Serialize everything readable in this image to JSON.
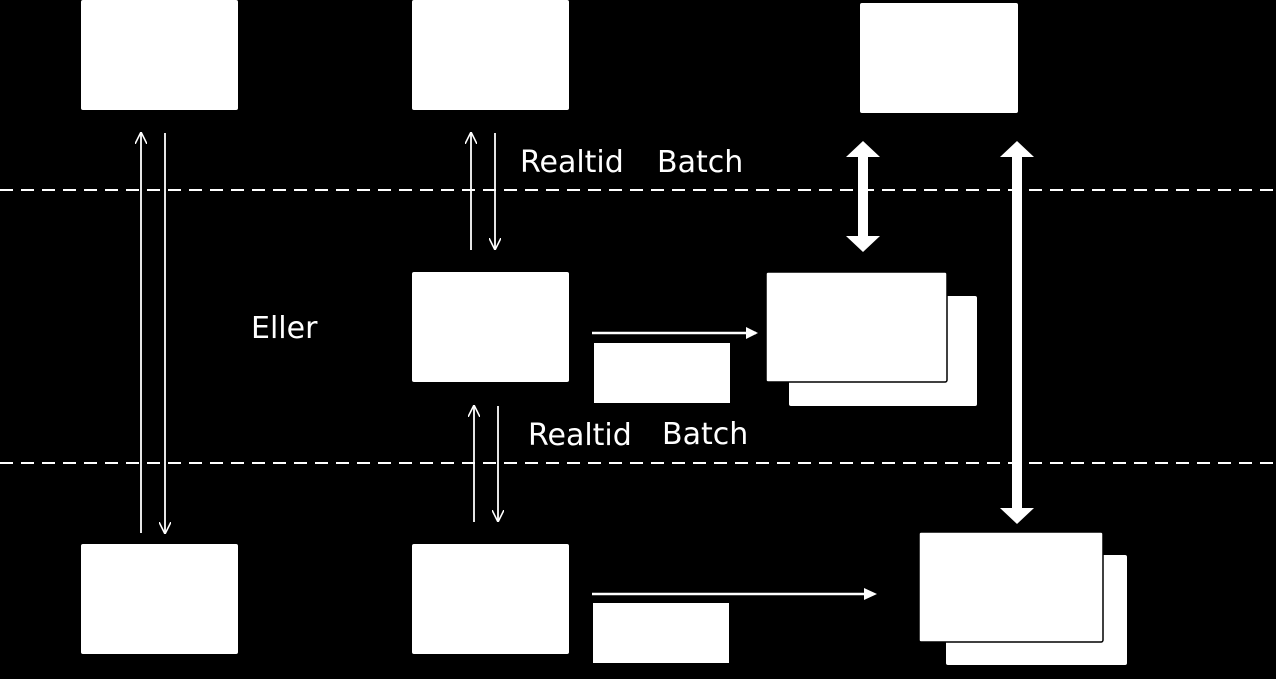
{
  "labels": {
    "top_realtid": "Realtid",
    "top_batch": "Batch",
    "eller": "Eller",
    "mid_realtid": "Realtid",
    "mid_batch": "Batch"
  },
  "colors": {
    "background": "#000000",
    "box": "#ffffff",
    "line": "#ffffff"
  }
}
